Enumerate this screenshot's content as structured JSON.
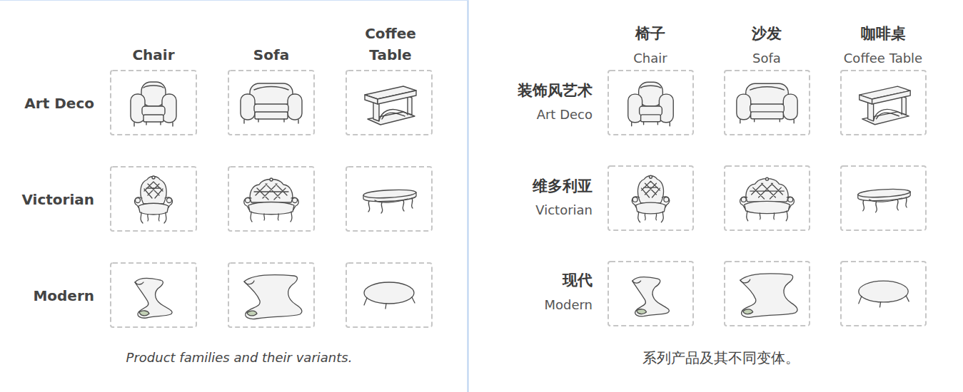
{
  "diagram": {
    "caption": "Product families and their variants.",
    "labels": [
      "Chair",
      "Sofa",
      "Coffee Table",
      "Art Deco",
      "Victorian",
      "Modern",
      "椅子",
      "Chair",
      "沙发",
      "Sofa",
      "咖啡桌",
      "Coffee Table",
      "装饰风艺术",
      "Art Deco",
      "维多利亚",
      "Victorian",
      "现代",
      "Modern",
      "系列产品及其不同变体。"
    ]
  }
}
